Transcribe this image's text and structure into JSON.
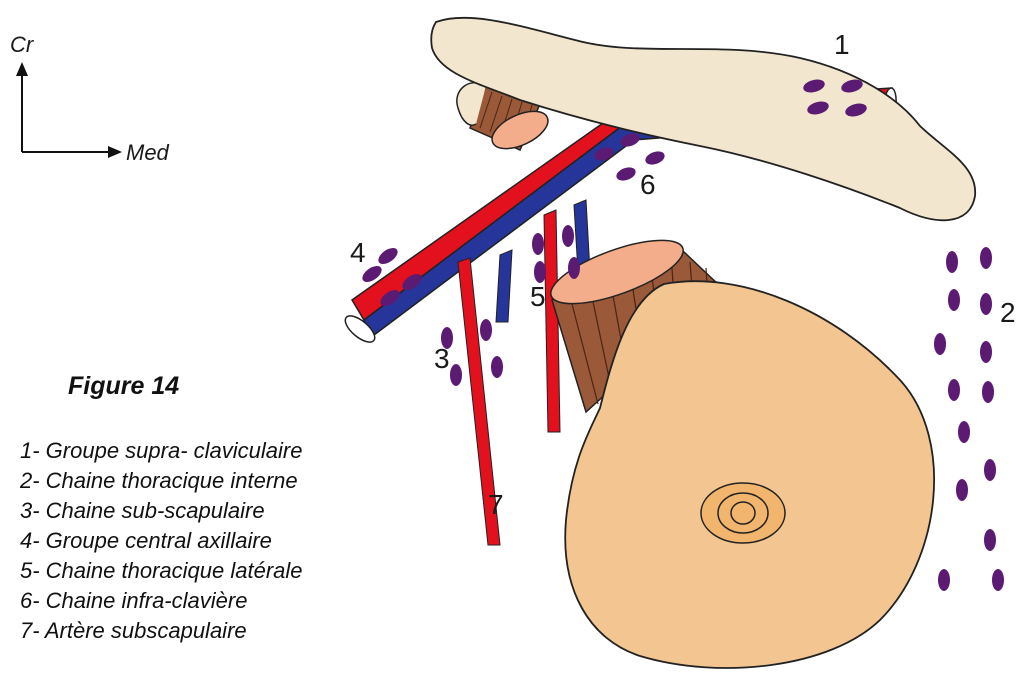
{
  "orientation": {
    "cranial": "Cr",
    "medial": "Med"
  },
  "labels": {
    "n1": "1",
    "n2": "2",
    "n3": "3",
    "n4": "4",
    "n5": "5",
    "n6": "6",
    "n7": "7"
  },
  "figure_title": "Figure 14",
  "legend": [
    "1- Groupe supra- claviculaire",
    "2- Chaine thoracique interne",
    "3- Chaine sub-scapulaire",
    "4- Groupe central axillaire",
    "5- Chaine thoracique latérale",
    "6- Chaine infra-clavière",
    "7- Artère subscapulaire"
  ],
  "colors": {
    "bone": "#f3e6cf",
    "muscle_body": "#f2c591",
    "tendon": "#9a5a3a",
    "artery": "#e3111d",
    "vein": "#26359a",
    "lymph_node": "#5b1b73",
    "outline": "#222222"
  }
}
